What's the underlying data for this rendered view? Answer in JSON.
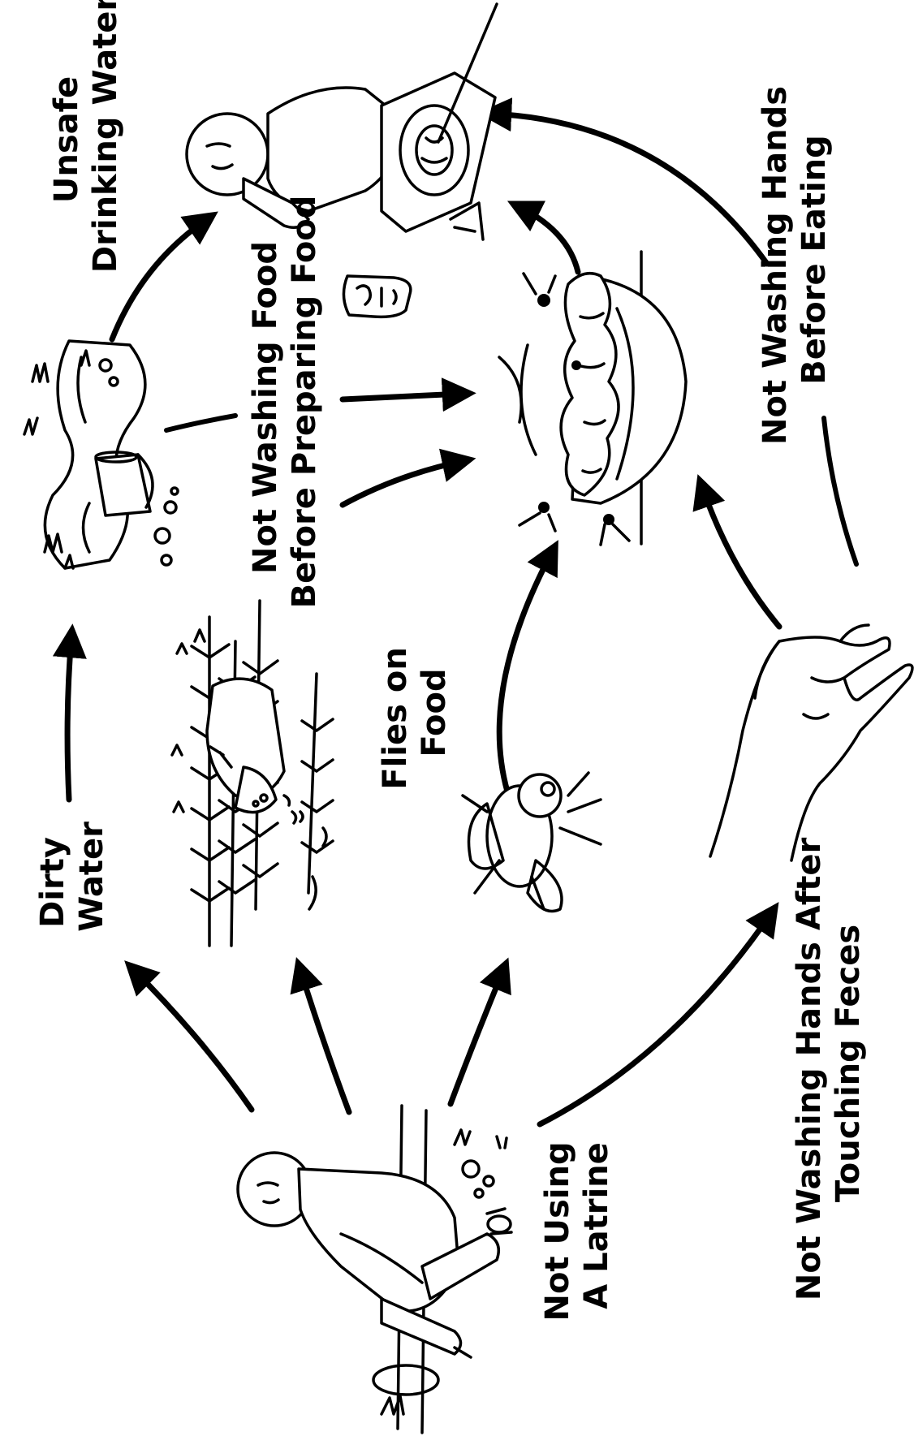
{
  "labels": {
    "not_using_latrine": [
      "Not Using",
      "A Latrine"
    ],
    "dirty_water": [
      "Dirty",
      "Water"
    ],
    "unsafe_drinking_water": [
      "Unsafe",
      "Drinking Water"
    ],
    "not_washing_food": [
      "Not Washing Food",
      "Before Preparing Food"
    ],
    "flies_on_food": [
      "Flies on",
      "Food"
    ],
    "not_washing_hands_feces": [
      "Not Washing Hands After",
      "Touching Feces"
    ],
    "not_washing_hands_eating": [
      "Not Washing Hands",
      "Before Eating"
    ]
  },
  "illustrations": {
    "person_defecating": "person-squatting-illustration",
    "livestock_field": "pig-in-crops-illustration",
    "water_source": "stream-with-bucket-illustration",
    "person_eating": "person-eating-illustration",
    "fly": "fly-illustration",
    "food_bowl": "food-bowl-with-flies-illustration",
    "hand": "dirty-hand-illustration",
    "cup": "drinking-cup-illustration"
  },
  "colors": {
    "ink": "#000000",
    "background": "#ffffff"
  }
}
